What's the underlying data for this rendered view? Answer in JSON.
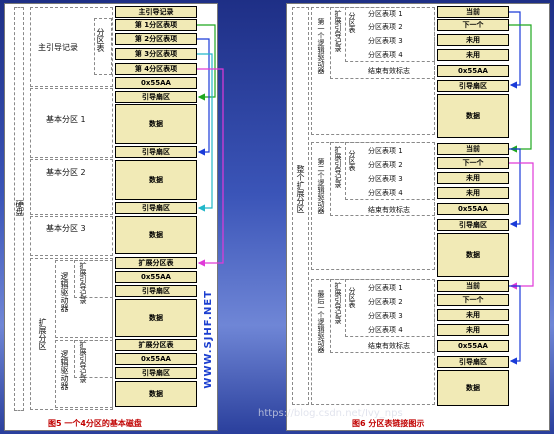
{
  "left_figure": {
    "caption": "图5  一个4分区的基本磁盘",
    "disk_label": "硬盘",
    "mbr_group_label": "主引导记录",
    "partition_table_label": "分区表",
    "basic_partitions": [
      "基本分区 1",
      "基本分区 2",
      "基本分区 3"
    ],
    "extended_partition_label": "扩展分区",
    "logical_drive_label": "逻辑驱动器",
    "ext_boot_record_label": "扩展引导记录",
    "boxes": {
      "mbr": "主引导记录",
      "entry1": "第 1分区表项",
      "entry2": "第 2分区表项",
      "entry3": "第 3分区表项",
      "entry4": "第 4分区表项",
      "sig": "0x55AA",
      "boot": "引导扇区",
      "data": "数据",
      "ext_table": "扩展分区表"
    },
    "side_watermark": "WWW.SJHF.NET"
  },
  "right_figure": {
    "caption": "图6  分区表链接图示",
    "whole_label": "整个扩展分区",
    "logical_labels": [
      "第一个逻辑驱动器",
      "第二个逻辑驱动器",
      "最后一个逻辑驱动器"
    ],
    "ext_boot_record_label": "扩展引导记录",
    "partition_table_label": "分区表",
    "entry_labels": [
      "分区表项 1",
      "分区表项 2",
      "分区表项 3",
      "分区表项 4"
    ],
    "end_label": "结束有效标志",
    "boxes": {
      "current": "当前",
      "next": "下一个",
      "unused": "未用",
      "sig": "0x55AA",
      "boot": "引导扇区",
      "data": "数据"
    }
  },
  "url_watermark": "https://blog.csdn.net/Ivy_nps",
  "colors": {
    "box_fill": "#f1eab6",
    "arrow_green": "#1fa81f",
    "arrow_blue": "#1a3bd8",
    "arrow_cyan": "#22b7c9",
    "arrow_magenta": "#e03ad8",
    "caption": "#c00000"
  }
}
